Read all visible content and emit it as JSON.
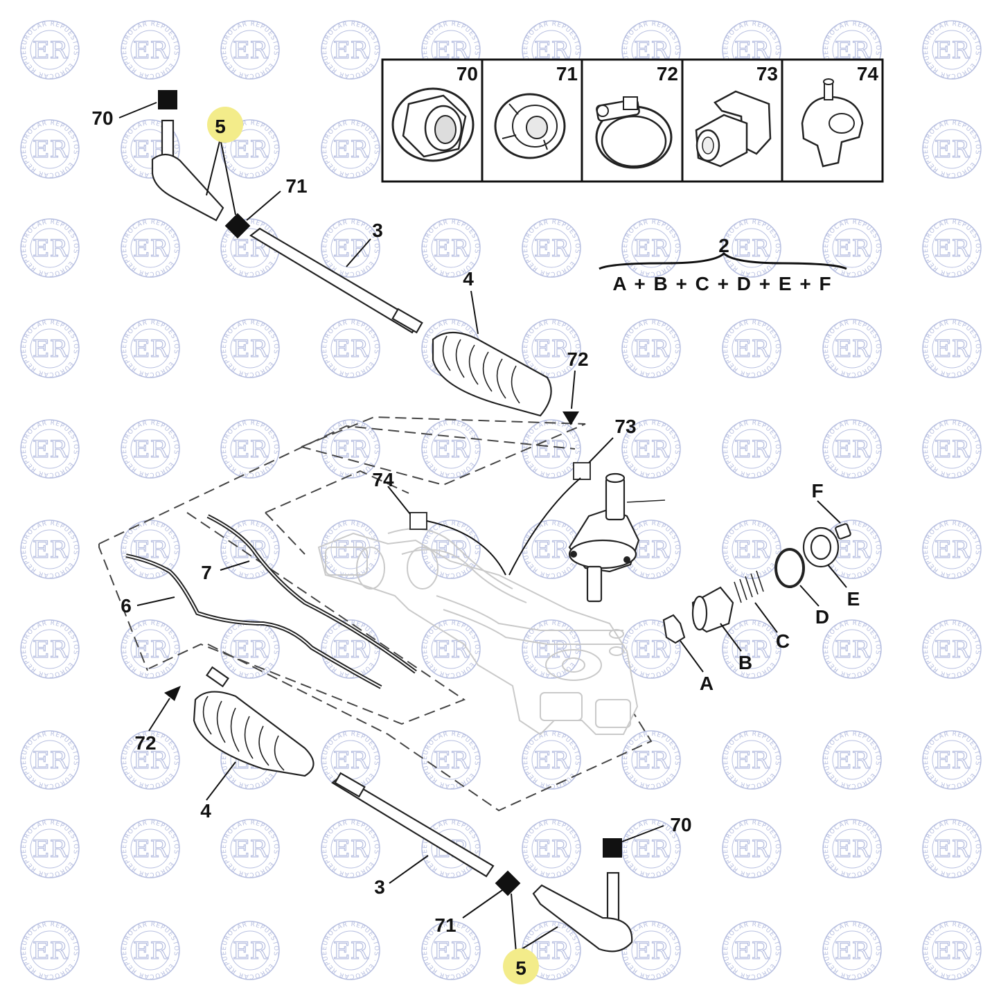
{
  "watermark": {
    "monogram": "ER",
    "ring_text": "EUROCAR REPUESTOS",
    "color": "#b7bfe0"
  },
  "highlight_color": "#f3ec8a",
  "kit": {
    "labels": [
      "70",
      "71",
      "72",
      "73",
      "74"
    ],
    "icons": [
      "nut-icon",
      "lock-nut-icon",
      "hose-clamp-icon",
      "bracket-clip-icon",
      "bush-icon"
    ]
  },
  "kit_group": {
    "ref": "2",
    "formula": "A + B + C + D + E + F"
  },
  "callouts": {
    "nut_top": "70",
    "nut_bottom": "70",
    "highlight_top": "5",
    "highlight_bottom": "5",
    "locknut_top": "71",
    "locknut_bottom": "71",
    "rod_top": "3",
    "rod_bottom": "3",
    "boot_top": "4",
    "boot_bottom": "4",
    "clamp_top": "72",
    "clamp_bottom": "72",
    "clip": "73",
    "bush": "74",
    "pipe_6": "6",
    "pipe_7": "7",
    "A": "A",
    "B": "B",
    "C": "C",
    "D": "D",
    "E": "E",
    "F": "F"
  }
}
